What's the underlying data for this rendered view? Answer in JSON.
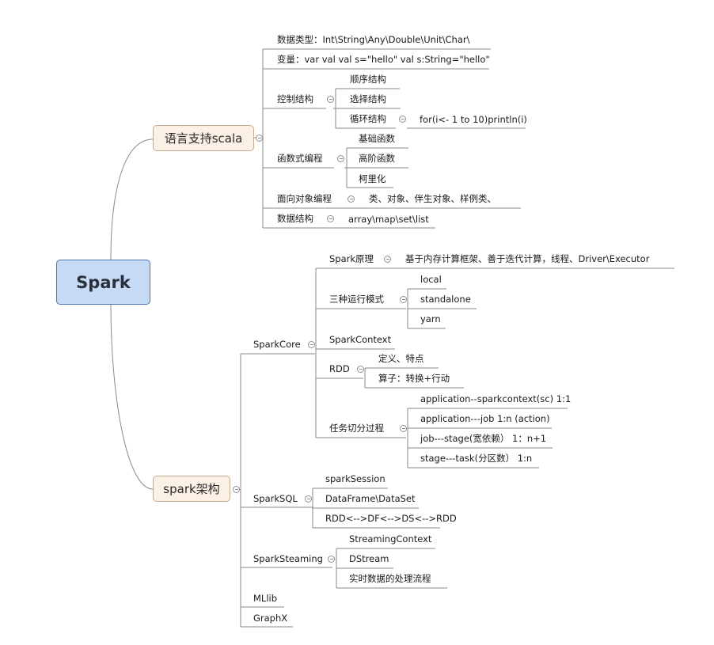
{
  "root": "Spark",
  "scala": {
    "label": "语言支持scala",
    "types": "数据类型：Int\\String\\Any\\Double\\Unit\\Char\\",
    "vars": "变量：var val  val s=\"hello\" val s:String=\"hello\"",
    "control": {
      "label": "控制结构",
      "seq": "顺序结构",
      "choice": "选择结构",
      "loop": "循环结构",
      "loop_example": "for(i<- 1 to 10)println(i)"
    },
    "functional": {
      "label": "函数式编程",
      "basic": "基础函数",
      "higher": "高阶函数",
      "curry": "柯里化"
    },
    "oop": {
      "label": "面向对象编程",
      "detail": "类、对象、伴生对象、样例类、"
    },
    "structures": {
      "label": "数据结构",
      "detail": "array\\map\\set\\list"
    }
  },
  "arch": {
    "label": "spark架构",
    "core": {
      "label": "SparkCore",
      "principle": {
        "label": "Spark原理",
        "detail": "基于内存计算框架、善于迭代计算，线程、Driver\\Executor"
      },
      "modes": {
        "label": "三种运行模式",
        "local": "local",
        "standalone": "standalone",
        "yarn": "yarn"
      },
      "context": "SparkContext",
      "rdd": {
        "label": "RDD",
        "def": "定义、特点",
        "ops": "算子：转换+行动"
      },
      "tasks": {
        "label": "任务切分过程",
        "a1": "application--sparkcontext(sc) 1:1",
        "a2": "application---job   1:n (action)",
        "a3": "job---stage(宽依赖） 1：n+1",
        "a4": "stage---task(分区数） 1:n"
      }
    },
    "sql": {
      "label": "SparkSQL",
      "session": "sparkSession",
      "df": "DataFrame\\DataSet",
      "conv": "RDD<-->DF<-->DS<-->RDD"
    },
    "streaming": {
      "label": "SparkSteaming",
      "context": "StreamingContext",
      "dstream": "DStream",
      "flow": "实时数据的处理流程"
    },
    "mllib": "MLlib",
    "graphx": "GraphX"
  }
}
